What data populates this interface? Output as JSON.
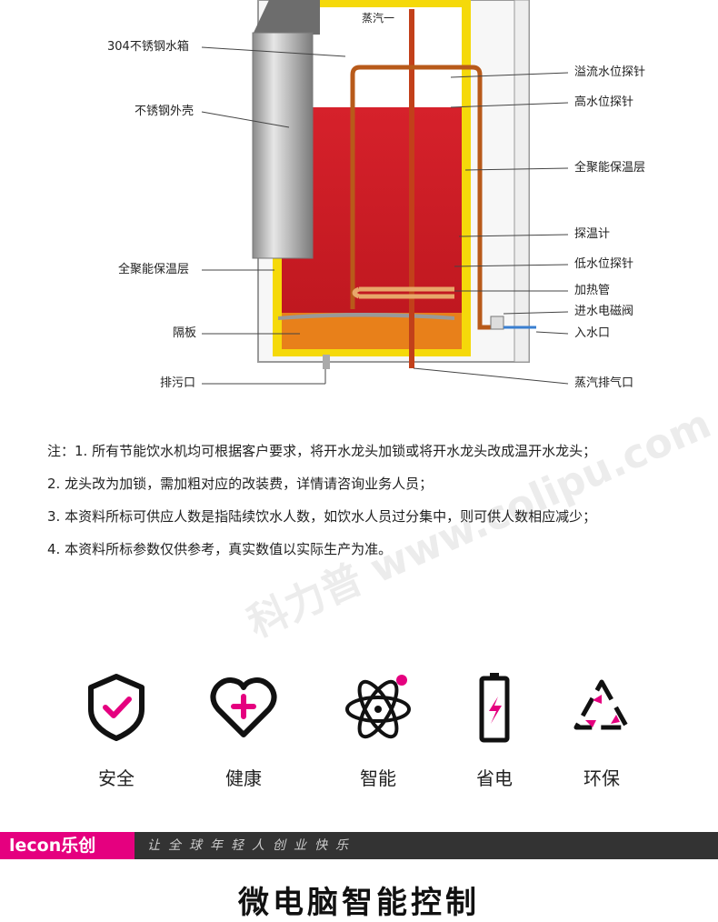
{
  "diagram": {
    "labels_left": {
      "steel_tank": "304不锈钢水箱",
      "steel_shell": "不锈钢外壳",
      "insulation_left": "全聚能保温层",
      "partition": "隔板",
      "drain": "排污口"
    },
    "labels_right": {
      "overflow_probe": "溢流水位探针",
      "high_probe": "高水位探针",
      "insulation_right": "全聚能保温层",
      "thermometer": "探温计",
      "low_probe": "低水位探针",
      "heating_tube": "加热管",
      "solenoid_valve": "进水电磁阀",
      "water_inlet": "入水口",
      "steam_outlet": "蒸汽排气口"
    },
    "steam_label": "蒸汽一"
  },
  "notes": [
    "注：1. 所有节能饮水机均可根据客户要求，将开水龙头加锁或将开水龙头改成温开水龙头；",
    "2. 龙头改为加锁，需加粗对应的改装费，详情请咨询业务人员；",
    "3. 本资料所标可供应人数是指陆续饮水人数，如饮水人员过分集中，则可供人数相应减少；",
    "4. 本资料所标参数仅供参考，真实数值以实际生产为准。"
  ],
  "features": [
    {
      "label": "安全",
      "icon": "shield-check-icon"
    },
    {
      "label": "健康",
      "icon": "heart-plus-icon"
    },
    {
      "label": "智能",
      "icon": "atom-icon"
    },
    {
      "label": "省电",
      "icon": "battery-bolt-icon"
    },
    {
      "label": "环保",
      "icon": "recycle-icon"
    }
  ],
  "banner": {
    "logo": "lecon乐创",
    "slogan": "让全球年轻人创业快乐"
  },
  "heading": "微电脑智能控制",
  "watermark": "科力普 www.colipu.com",
  "colors": {
    "accent": "#e5007f",
    "water": "#d4202a",
    "insulation": "#f5d90a",
    "sediment": "#e8801a"
  }
}
